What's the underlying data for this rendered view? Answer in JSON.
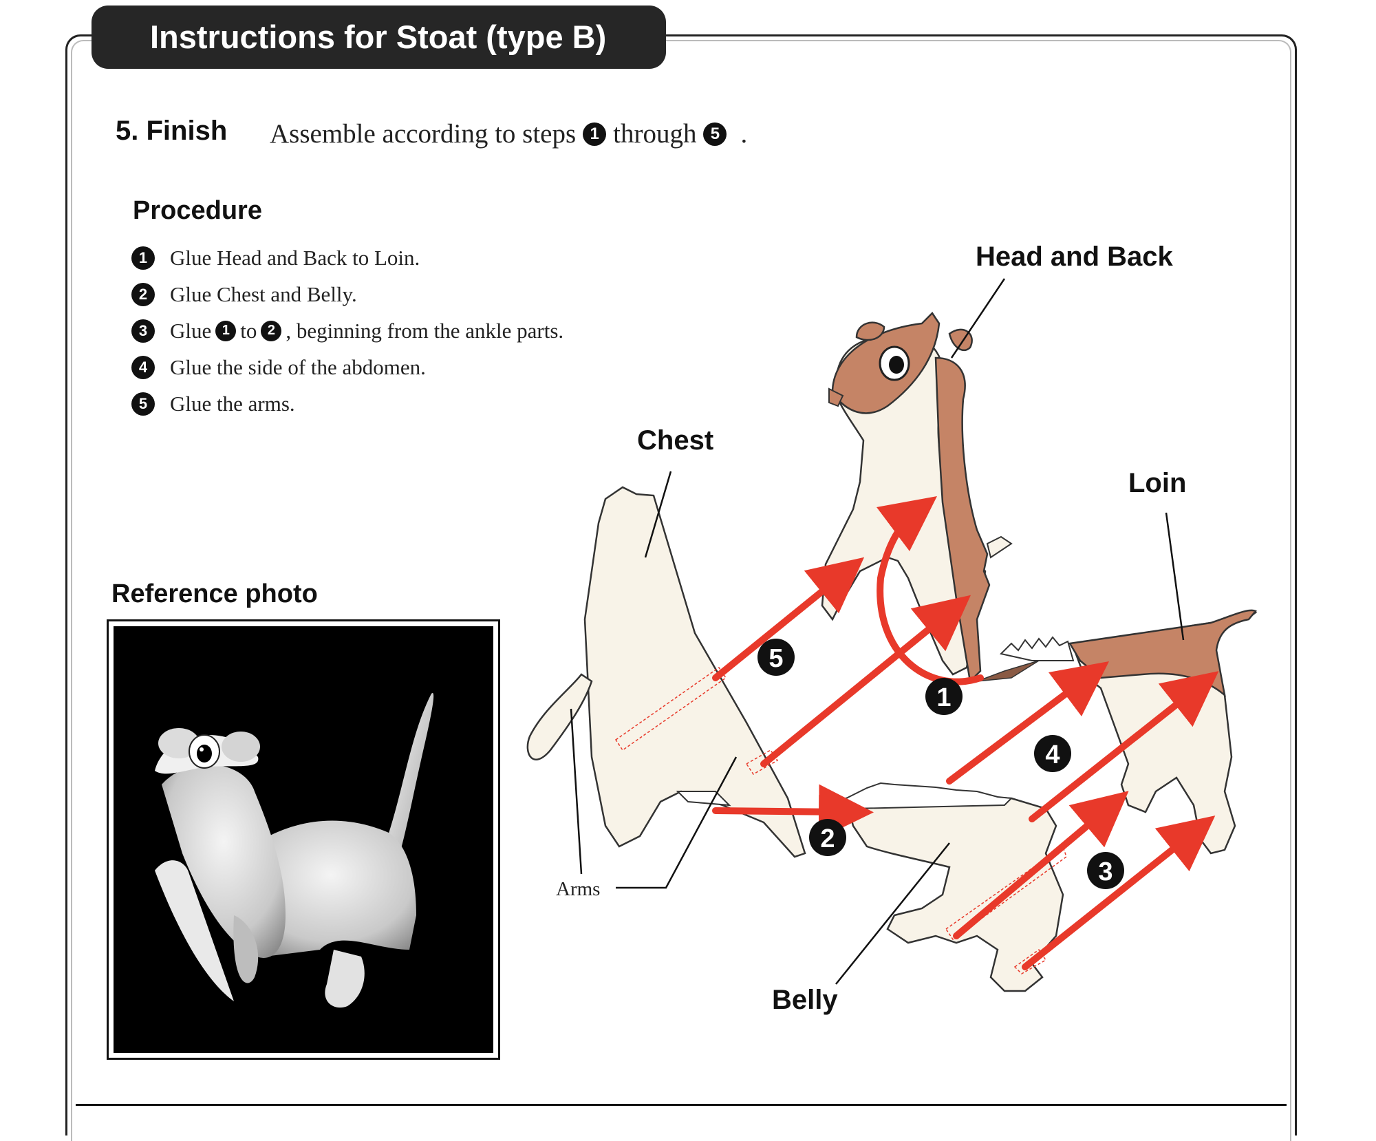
{
  "header": {
    "title": "Instructions for Stoat (type B)"
  },
  "step": {
    "heading": "5. Finish",
    "desc_before": "Assemble according to steps",
    "desc_circle_start": "1",
    "desc_middle": "through",
    "desc_circle_end": "5",
    "desc_after": "."
  },
  "procedure": {
    "title": "Procedure",
    "items": [
      {
        "num": "1",
        "text": "Glue Head and Back to Loin."
      },
      {
        "num": "2",
        "text": "Glue Chest and Belly."
      },
      {
        "num": "3",
        "text_before": "Glue",
        "ref_a": "1",
        "text_mid": "to",
        "ref_b": "2",
        "text_after": ", beginning from the ankle parts."
      },
      {
        "num": "4",
        "text": "Glue the side of the abdomen."
      },
      {
        "num": "5",
        "text": "Glue the arms."
      }
    ]
  },
  "reference": {
    "title": "Reference photo"
  },
  "diagram": {
    "labels": {
      "head_and_back": "Head and Back",
      "chest": "Chest",
      "loin": "Loin",
      "belly": "Belly",
      "arms": "Arms"
    },
    "badges": [
      "1",
      "2",
      "3",
      "4",
      "5"
    ],
    "colors": {
      "arrow_red": "#e8392a",
      "fur_brown": "#c58466",
      "paper_cream": "#f8f3e8",
      "outline": "#333333"
    }
  }
}
